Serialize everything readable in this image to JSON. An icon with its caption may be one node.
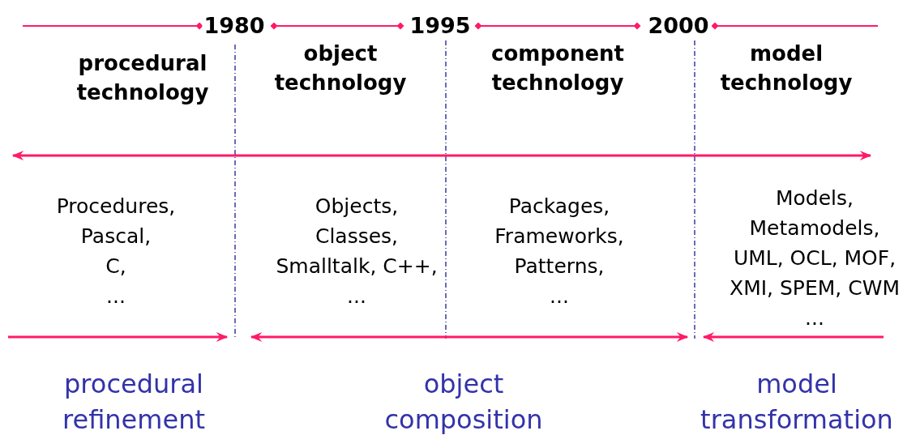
{
  "diagram": {
    "labels": [
      "1980",
      "1995",
      "2000",
      "procedural technology",
      "object technology",
      "component technology",
      "model technology",
      "Procedures, Pascal, C, ...",
      "Objects, Classes, Smalltalk, C++, ...",
      "Packages, Frameworks, Patterns, ...",
      "Models, Metamodels, UML, OCL, MOF, XMI, SPEM, CWM ...",
      "procedural refinement",
      "object composition",
      "model transformation"
    ]
  }
}
